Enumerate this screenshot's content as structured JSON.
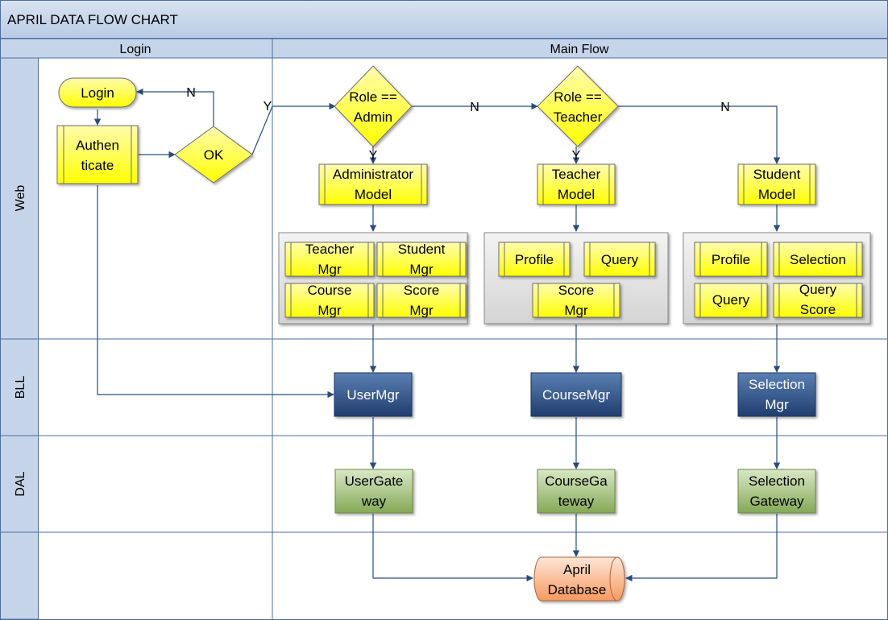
{
  "title": "APRIL DATA FLOW CHART",
  "columns": {
    "login": "Login",
    "main": "Main Flow"
  },
  "lanes": {
    "web": "Web",
    "bll": "BLL",
    "dal": "DAL"
  },
  "colors": {
    "header_fill": "#c6d4e9",
    "border": "#4a6ea0",
    "yellow_top": "#fffcae",
    "yellow_bottom": "#ffff00",
    "blue_top": "#5b7fb3",
    "blue_bottom": "#1f3e6e",
    "green_top": "#d9e7c6",
    "green_bottom": "#85a956",
    "orange_top": "#fde6d7",
    "orange_bottom": "#f79a5f",
    "group_fill": "#e3e3e3",
    "arrow": "#294c7f"
  },
  "nodes": {
    "login": "Login",
    "authenticate": [
      "Authen",
      "ticate"
    ],
    "ok": "OK",
    "role_admin": [
      "Role ==",
      "Admin"
    ],
    "role_teacher": [
      "Role ==",
      "Teacher"
    ],
    "admin_model": [
      "Administrator",
      "Model"
    ],
    "teacher_model": [
      "Teacher",
      "Model"
    ],
    "student_model": [
      "Student",
      "Model"
    ],
    "admin_group": [
      [
        "Teacher",
        "Mgr"
      ],
      [
        "Student",
        "Mgr"
      ],
      [
        "Course",
        "Mgr"
      ],
      [
        "Score",
        "Mgr"
      ]
    ],
    "teacher_group": [
      [
        "Profile"
      ],
      [
        "Query"
      ],
      [
        "Score",
        "Mgr"
      ]
    ],
    "student_group": [
      [
        "Profile"
      ],
      [
        "Selection"
      ],
      [
        "Query"
      ],
      [
        "Query",
        "Score"
      ]
    ],
    "user_mgr": [
      "UserMgr"
    ],
    "course_mgr": [
      "CourseMgr"
    ],
    "selection_mgr": [
      "Selection",
      "Mgr"
    ],
    "user_gateway": [
      "UserGate",
      "way"
    ],
    "course_gateway": [
      "CourseGa",
      "teway"
    ],
    "selection_gateway": [
      "Selection",
      "Gateway"
    ],
    "database": [
      "April",
      "Database"
    ]
  },
  "edge_labels": {
    "no": "N",
    "yes": "Y"
  }
}
